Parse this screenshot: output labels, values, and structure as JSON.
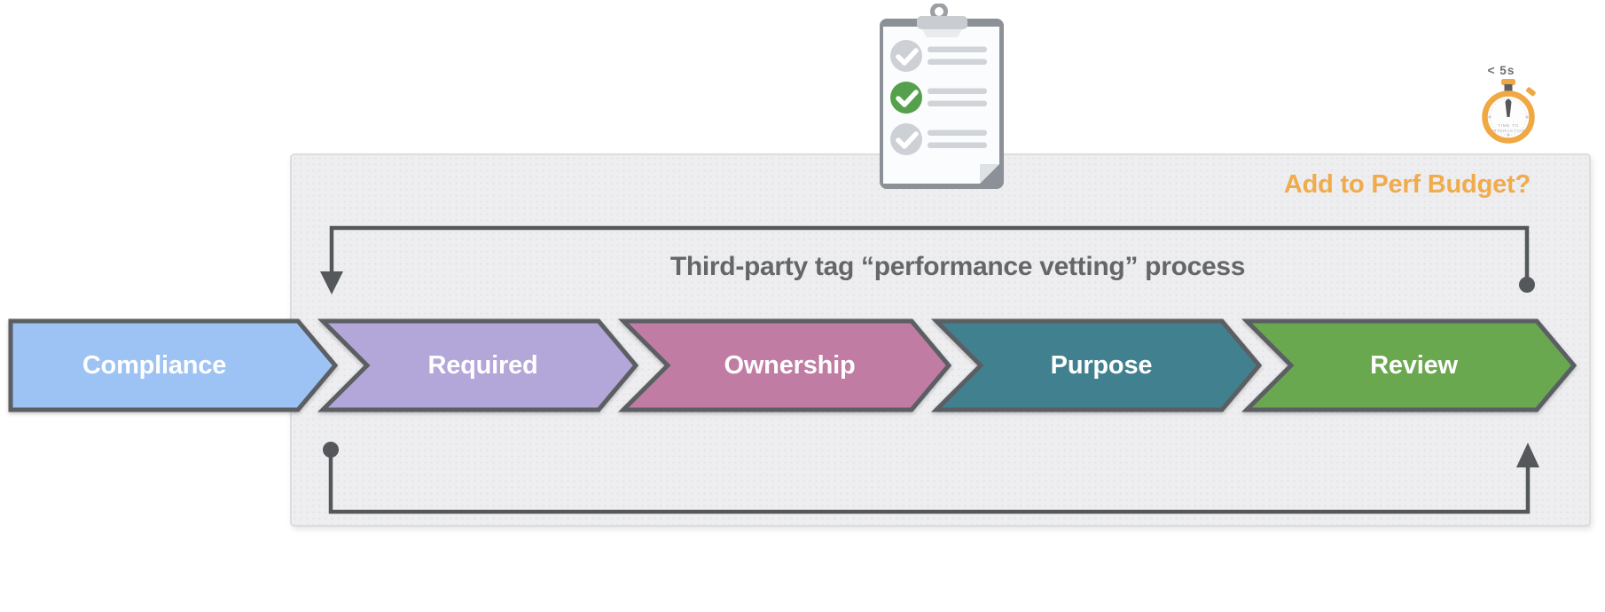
{
  "illustrations": {
    "clipboard": {
      "icon_name": "clipboard-checklist-icon",
      "items": [
        {
          "state": "unchecked"
        },
        {
          "state": "checked"
        },
        {
          "state": "unchecked"
        }
      ],
      "checked_color": "#55a04c",
      "unchecked_color": "#cdd1d5"
    },
    "stopwatch": {
      "icon_name": "stopwatch-icon",
      "caption": "< 5s",
      "face_label_line1": "TIME TO",
      "face_label_line2": "INTERACTIVE",
      "ring_color": "#f0a843"
    }
  },
  "panel": {
    "question": "Add to Perf Budget?",
    "question_color": "#f0ab4c",
    "background": "#eeeef0",
    "border_color": "#dcddde"
  },
  "flow": {
    "title": "Third-party tag “performance vetting” process",
    "title_color": "#646669",
    "connector_color": "#54585b",
    "step_outline": "#5b5f63",
    "step_text_color": "#ffffff",
    "steps": [
      {
        "label": "Compliance",
        "color": "#9dc2f4"
      },
      {
        "label": "Required",
        "color": "#b3a6d8"
      },
      {
        "label": "Ownership",
        "color": "#c07ca3"
      },
      {
        "label": "Purpose",
        "color": "#41808e"
      },
      {
        "label": "Review",
        "color": "#6aa84f"
      }
    ]
  }
}
